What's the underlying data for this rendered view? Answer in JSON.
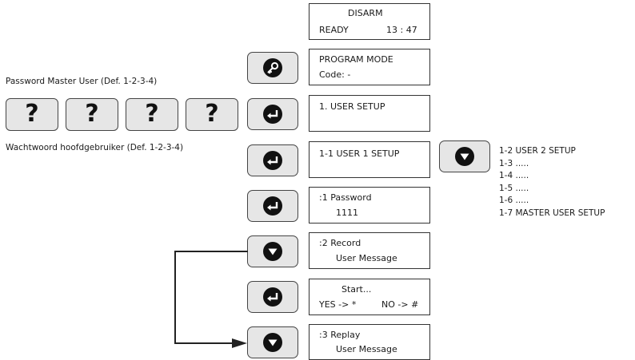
{
  "display_lcd": {
    "line1": "DISARM",
    "status": "READY",
    "time": "13 : 47"
  },
  "master_password": {
    "label_en": "Password Master User (Def. 1-2-3-4)",
    "label_nl": "Wachtwoord hoofdgebruiker  (Def. 1-2-3-4)",
    "digits": [
      "?",
      "?",
      "?",
      "?"
    ]
  },
  "steps": [
    {
      "button_icon": "key-icon",
      "lcd_line1": "PROGRAM MODE",
      "lcd_line2": "Code:  -"
    },
    {
      "button_icon": "enter-icon",
      "lcd_line1": "1. USER SETUP",
      "lcd_line2": ""
    },
    {
      "button_icon": "enter-icon",
      "lcd_line1": "1-1 USER 1 SETUP",
      "lcd_line2": ""
    },
    {
      "button_icon": "enter-icon",
      "lcd_line1": ":1 Password",
      "lcd_line2": "1111"
    },
    {
      "button_icon": "down-arrow-icon",
      "lcd_line1": ":2  Record",
      "lcd_line2": "User Message"
    },
    {
      "button_icon": "enter-icon",
      "lcd_line1": "Start...",
      "lcd_line2_left": "YES -> *",
      "lcd_line2_right": "NO -> #"
    },
    {
      "button_icon": "down-arrow-icon",
      "lcd_line1": ":3 Replay",
      "lcd_line2": "User Message"
    }
  ],
  "submenu": {
    "button_icon": "down-arrow-icon",
    "items": [
      "1-2 USER 2 SETUP",
      "1-3 .....",
      "1-4 .....",
      "1-5 .....",
      "1-6 .....",
      "1-7 MASTER USER SETUP"
    ]
  }
}
